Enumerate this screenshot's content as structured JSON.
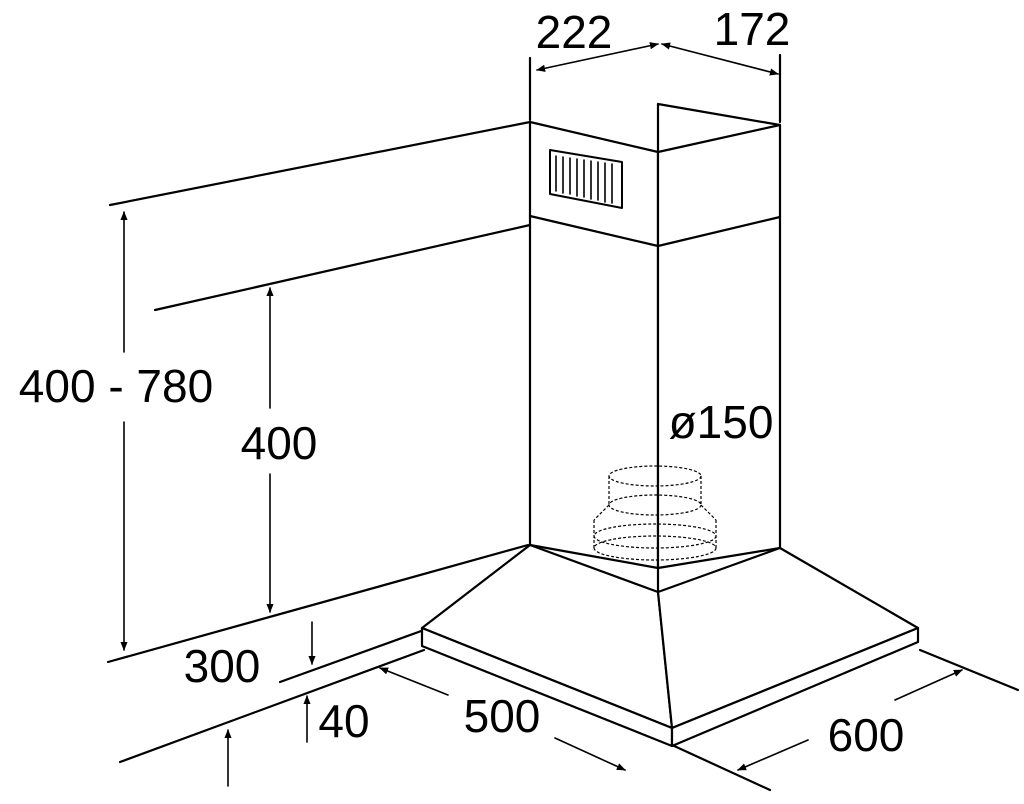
{
  "dimensions": {
    "chimney_depth": "222",
    "chimney_width": "172",
    "total_height": "400 - 780",
    "upper_height": "400",
    "duct_diameter": "ø150",
    "canopy_clearance": "300",
    "canopy_height": "40",
    "hood_depth": "500",
    "hood_width": "600"
  }
}
